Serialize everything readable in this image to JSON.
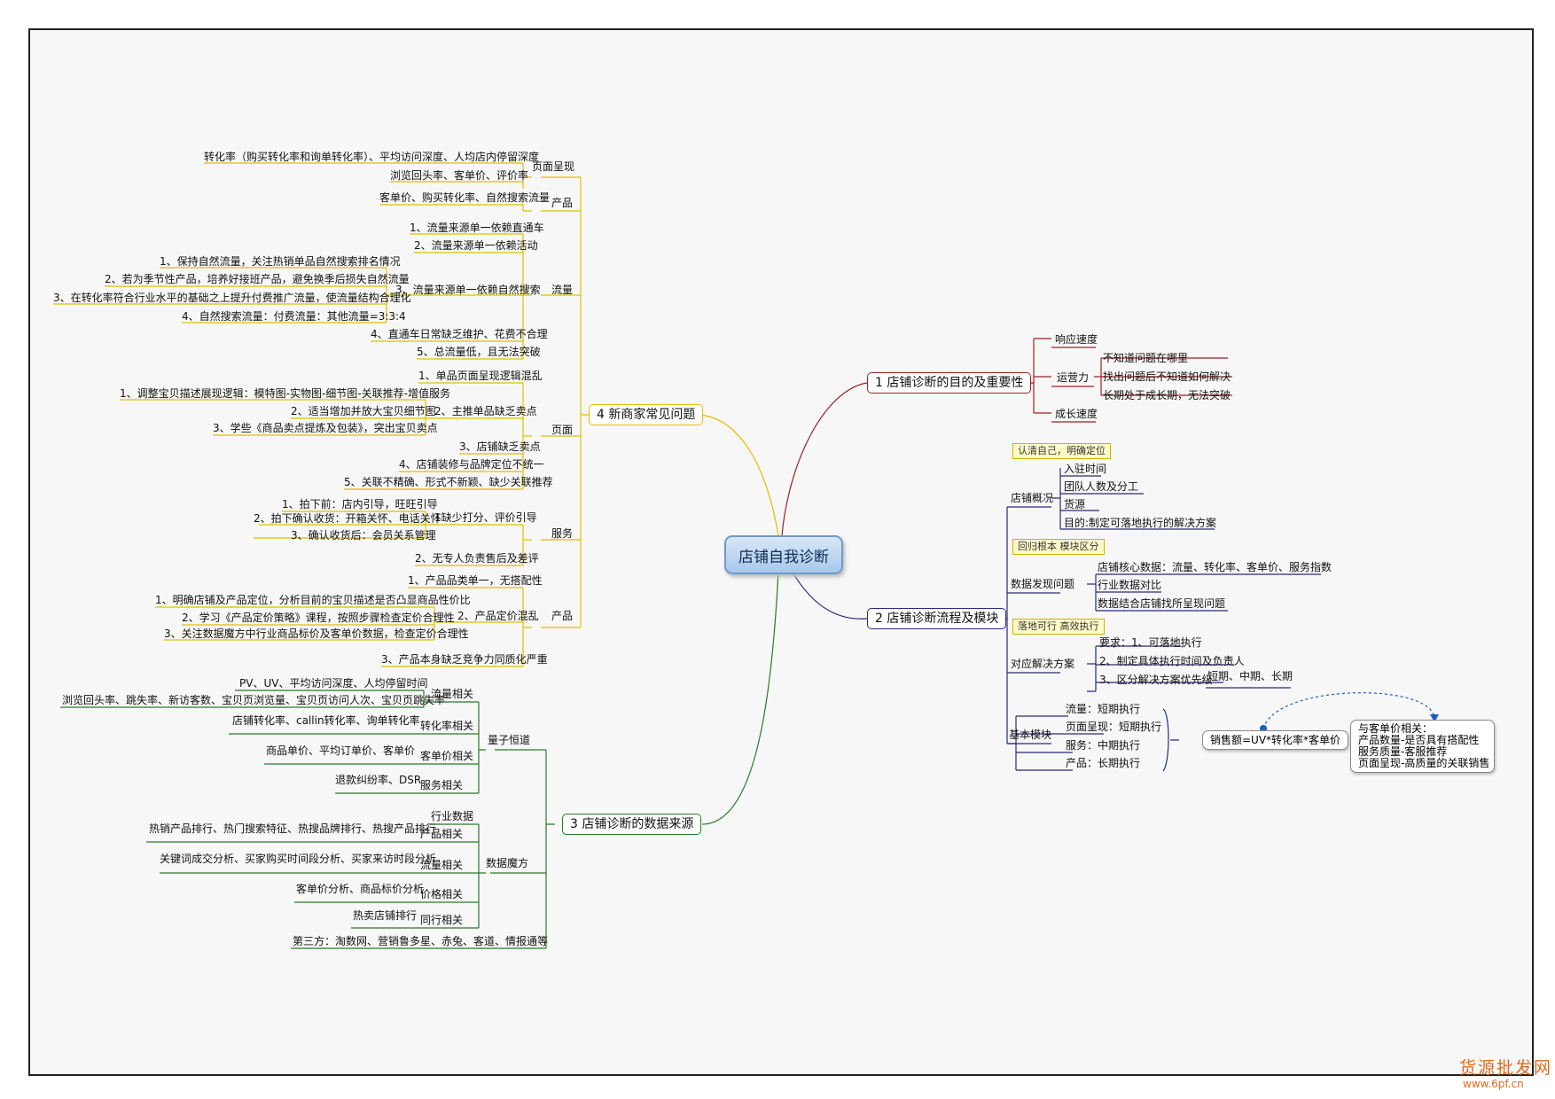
{
  "root": "店铺自我诊断",
  "branch1": {
    "title": "1 店铺诊断的目的及重要性",
    "response": "响应速度",
    "operations": "运营力",
    "op_items": [
      "不知道问题在哪里",
      "找出问题后不知道如何解决",
      "长期处于成长期，无法突破"
    ],
    "growth": "成长速度"
  },
  "branch2": {
    "title": "2 店铺诊断流程及模块",
    "status": "店铺概况",
    "status_callout": "认清自己，明确定位",
    "status_items": [
      "入驻时间",
      "团队人数及分工",
      "货源",
      "目的:制定可落地执行的解决方案"
    ],
    "data": "数据发现问题",
    "data_callout": "回归根本 模块区分",
    "data_items": [
      "店铺核心数据：流量、转化率、客单价、服务指数",
      "行业数据对比",
      "数据结合店铺找所呈现问题"
    ],
    "solution": "对应解决方案",
    "solution_callout": "落地可行 高效执行",
    "solution_items": [
      "要求：1、可落地执行",
      "2、制定具体执行时间及负责人",
      "3、区分解决方案优先级"
    ],
    "solution_terms": "短期、中期、长期",
    "basic": "基本模块",
    "basic_items": [
      "流量：短期执行",
      "页面呈现：短期执行",
      "服务：中期执行",
      "产品：长期执行"
    ],
    "formula": "销售额=UV*转化率*客单价",
    "note": [
      "与客单价相关：",
      "产品数量-是否具有搭配性",
      "服务质量-客服推荐",
      "页面呈现-高质量的关联销售"
    ]
  },
  "branch3": {
    "title": "3 店铺诊断的数据来源",
    "liangzi": "量子恒道",
    "liangzi_groups": [
      {
        "name": "流量相关",
        "items": [
          "PV、UV、平均访问深度、人均停留时间",
          "浏览回头率、跳失率、新访客数、宝贝页浏览量、宝贝页访问人次、宝贝页跳失率"
        ]
      },
      {
        "name": "转化率相关",
        "items": [
          "店铺转化率、callin转化率、询单转化率"
        ]
      },
      {
        "name": "客单价相关",
        "items": [
          "商品单价、平均订单价、客单价"
        ]
      },
      {
        "name": "服务相关",
        "items": [
          "退款纠纷率、DSR"
        ]
      }
    ],
    "mofang": "数据魔方",
    "mofang_groups": [
      {
        "name": "行业数据",
        "items": []
      },
      {
        "name": "产品相关",
        "items": [
          "热销产品排行、热门搜索特征、热搜品牌排行、热搜产品排行"
        ]
      },
      {
        "name": "流量相关",
        "items": [
          "关键词成交分析、买家购买时间段分析、买家来访时段分析"
        ]
      },
      {
        "name": "价格相关",
        "items": [
          "客单价分析、商品标价分析"
        ]
      },
      {
        "name": "同行相关",
        "items": [
          "热卖店铺排行"
        ]
      }
    ],
    "third": "第三方：淘数网、营销鲁多星、赤兔、客道、情报通等"
  },
  "branch4": {
    "title": "4 新商家常见问题",
    "yemian_cheng": "页面呈现",
    "yemian_cheng_items": [
      "转化率（购买转化率和询单转化率）、平均访问深度、人均店内停留深度",
      "浏览回头率、客单价、评价率"
    ],
    "chanpin1": "产品",
    "chanpin1_items": [
      "客单价、购买转化率、自然搜索流量"
    ],
    "liuliang": "流量",
    "liuliang_items": [
      "1、流量来源单一依赖直通车",
      "2、流量来源单一依赖活动",
      "3、流量来源单一依赖自然搜索",
      "4、直通车日常缺乏维护、花费不合理",
      "5、总流量低，且无法突破"
    ],
    "liuliang_sub": [
      "1、保持自然流量，关注热销单品自然搜索排名情况",
      "2、若为季节性产品，培养好接班产品，避免换季后损失自然流量",
      "3、在转化率符合行业水平的基础之上提升付费推广流量，使流量结构合理化",
      "4、自然搜索流量：付费流量：其他流量=3:3:4"
    ],
    "yemian": "页面",
    "yemian_items": [
      "1、单品页面呈现逻辑混乱",
      "2、主推单品缺乏卖点",
      "3、店铺缺乏卖点",
      "4、店铺装修与品牌定位不统一",
      "5、关联不精确、形式不新颖、缺少关联推荐"
    ],
    "yemian_sub": [
      "1、调整宝贝描述展现逻辑：模特图-实物图-细节图-关联推荐-增值服务",
      "2、适当增加并放大宝贝细节图",
      "3、学些《商品卖点提炼及包装》，突出宝贝卖点"
    ],
    "fuwu": "服务",
    "fuwu_items": [
      "1缺少打分、评价引导",
      "2、无专人负责售后及差评"
    ],
    "fuwu_sub": [
      "1、拍下前：店内引导，旺旺引导",
      "2、拍下确认收货：开箱关怀、电话关怀",
      "3、确认收货后：会员关系管理"
    ],
    "chanpin2": "产品",
    "chanpin2_items": [
      "1、产品品类单一，无搭配性",
      "2、产品定价混乱",
      "3、产品本身缺乏竞争力同质化严重"
    ],
    "chanpin2_sub": [
      "1、明确店铺及产品定位，分析目前的宝贝描述是否凸显商品性价比",
      "2、学习《产品定价策略》课程，按照步骤检查定价合理性",
      "3、关注数据魔方中行业商品标价及客单价数据，检查定价合理性"
    ]
  },
  "watermark": "货源批发网",
  "watermark2": "www.6pf.cn"
}
